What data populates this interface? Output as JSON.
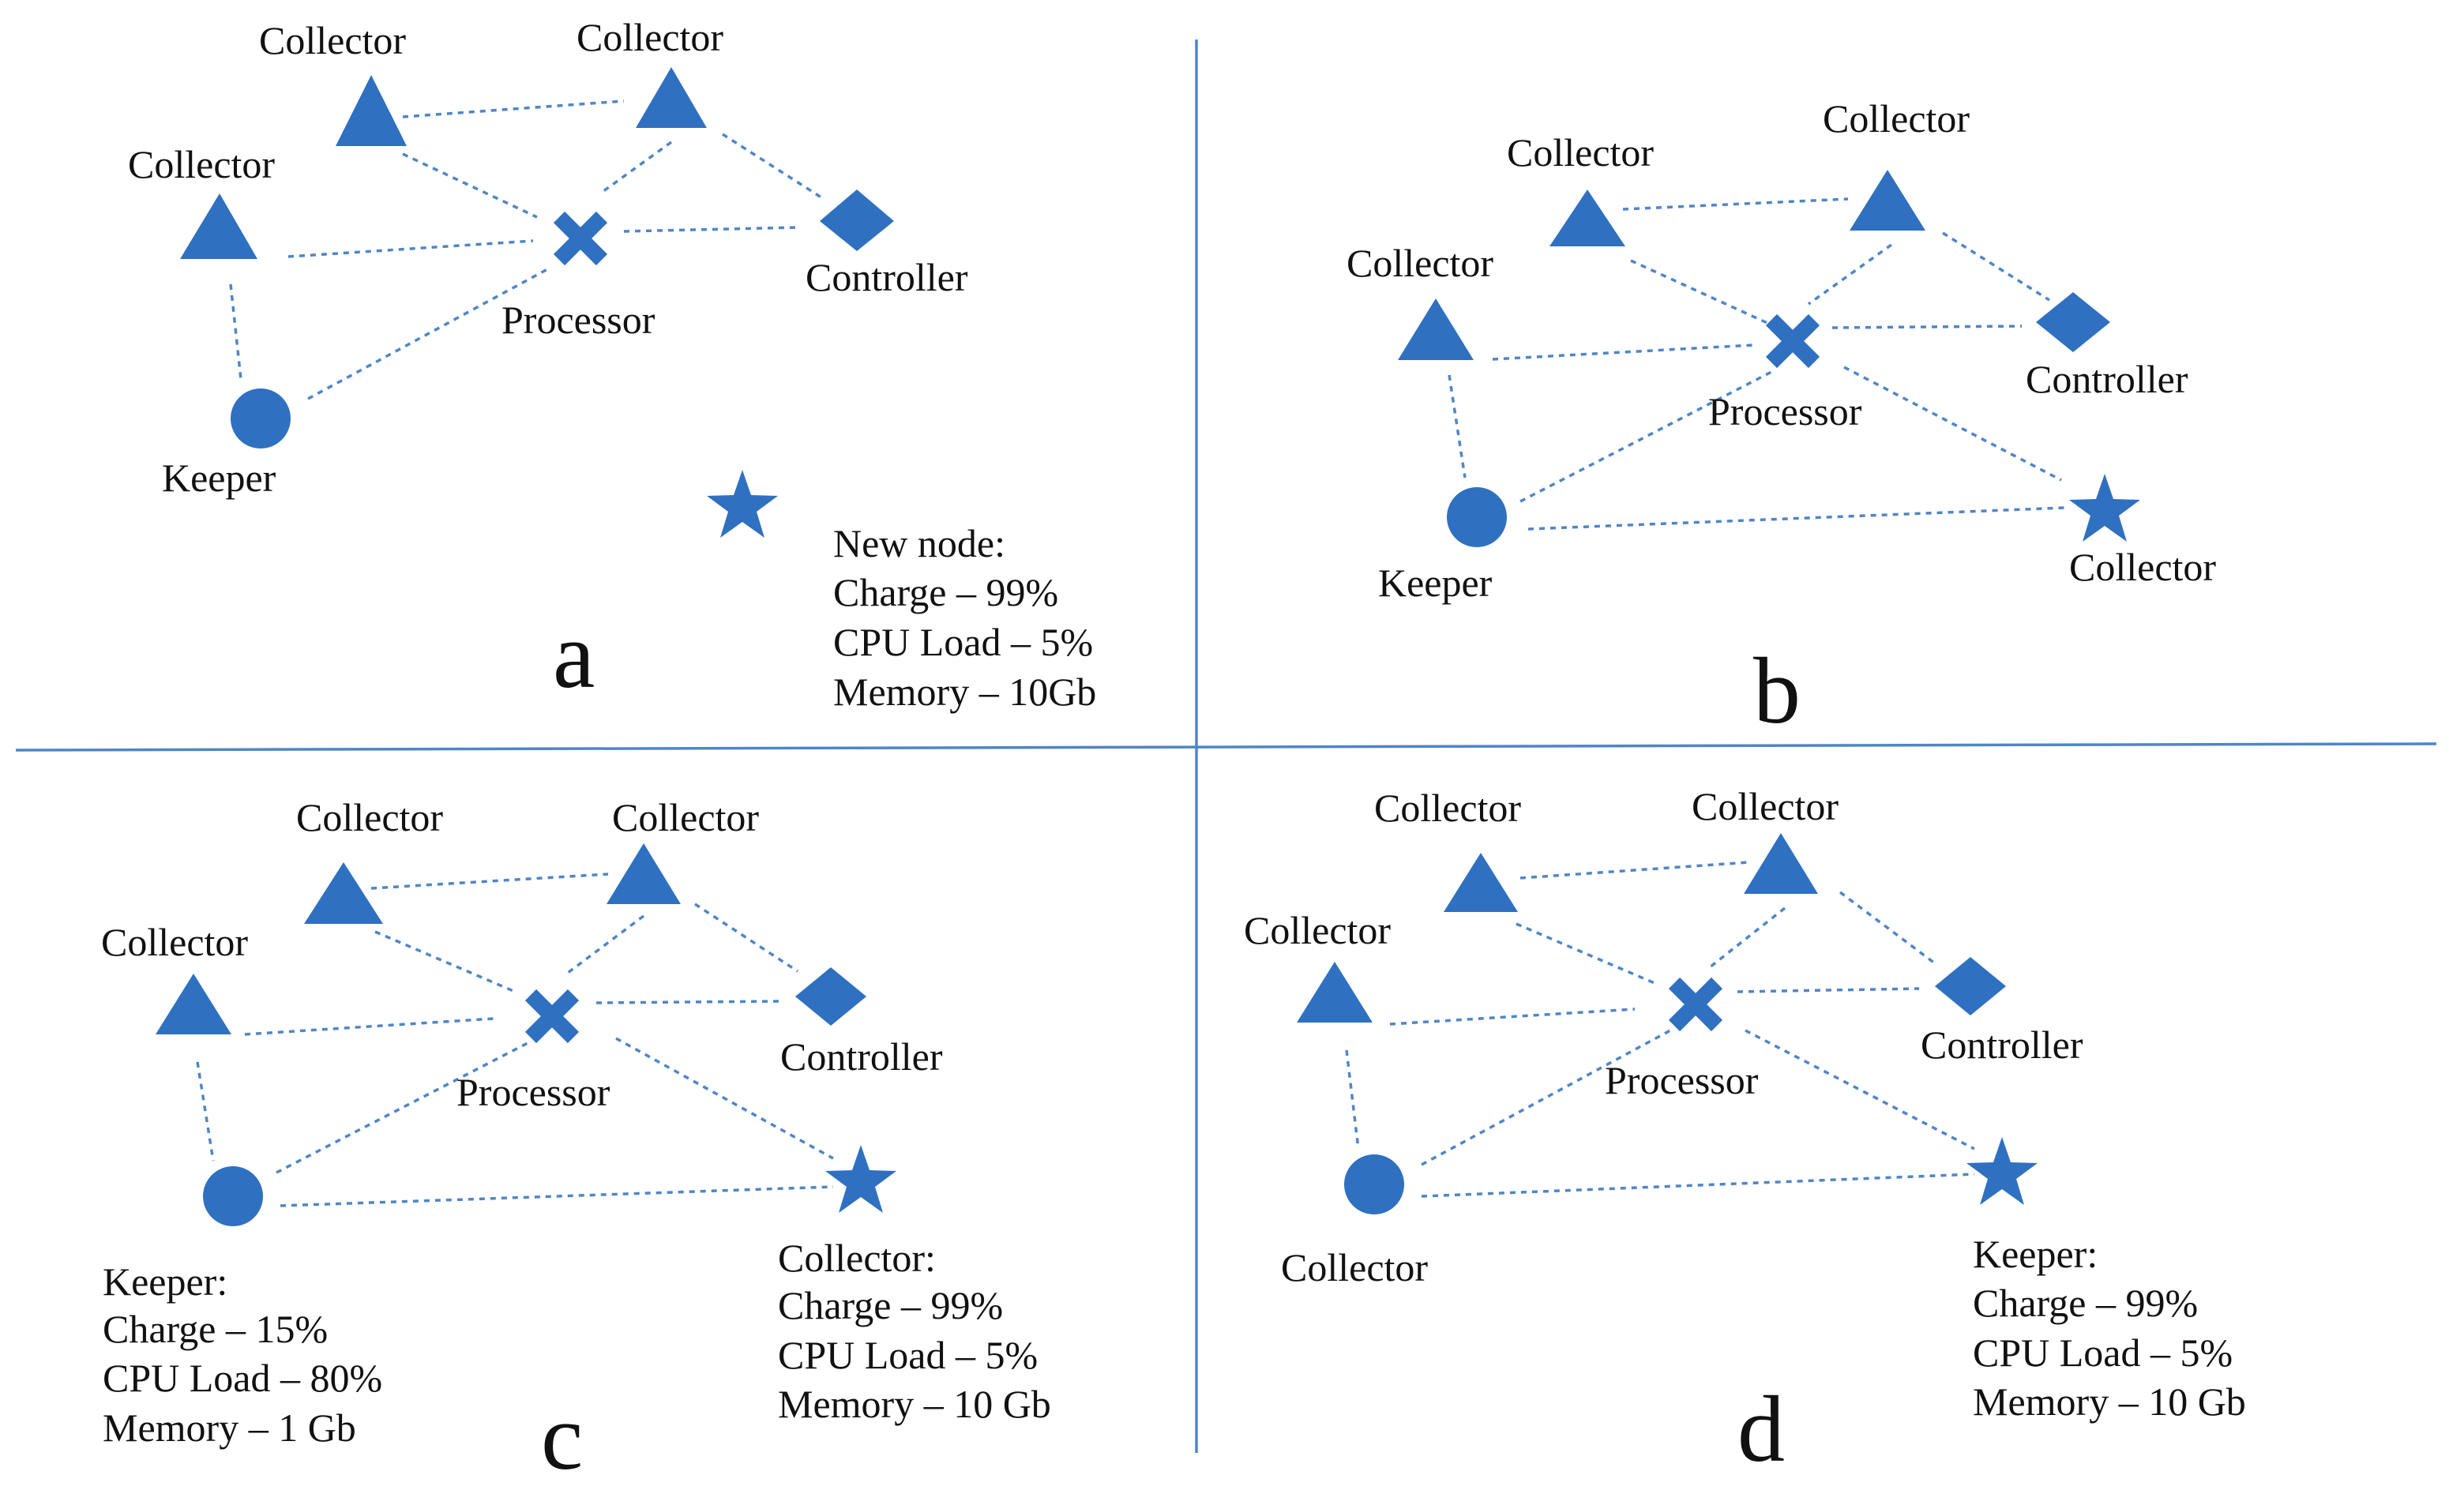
{
  "panels": {
    "a": {
      "letter": "a",
      "labels": {
        "collector_top_left": "Collector",
        "collector_top_right": "Collector",
        "collector_left": "Collector",
        "processor": "Processor",
        "controller": "Controller",
        "keeper": "Keeper"
      },
      "info": [
        "New node:",
        "Charge – 99%",
        "CPU Load – 5%",
        "Memory – 10Gb"
      ]
    },
    "b": {
      "letter": "b",
      "labels": {
        "collector_top_left": "Collector",
        "collector_top_right": "Collector",
        "collector_left": "Collector",
        "processor": "Processor",
        "controller": "Controller",
        "keeper": "Keeper",
        "collector_new": "Collector"
      }
    },
    "c": {
      "letter": "c",
      "labels": {
        "collector_top_left": "Collector",
        "collector_top_right": "Collector",
        "collector_left": "Collector",
        "processor": "Processor",
        "controller": "Controller"
      },
      "info_keeper": [
        "Keeper:",
        "Charge – 15%",
        "CPU Load – 80%",
        "Memory – 1 Gb"
      ],
      "info_collector": [
        "Collector:",
        "Charge – 99%",
        "CPU Load – 5%",
        "Memory – 10 Gb"
      ]
    },
    "d": {
      "letter": "d",
      "labels": {
        "collector_top_left": "Collector",
        "collector_top_right": "Collector",
        "collector_left": "Collector",
        "processor": "Processor",
        "controller": "Controller",
        "collector_bottom": "Collector"
      },
      "info_keeper": [
        "Keeper:",
        "Charge – 99%",
        "CPU Load – 5%",
        "Memory – 10 Gb"
      ]
    }
  },
  "colors": {
    "node": "#2f70c0",
    "edge": "#4f86c6",
    "divider": "#4f86c6",
    "text": "#111111"
  },
  "node_shapes": {
    "collector": "triangle",
    "processor": "cross",
    "controller": "diamond",
    "keeper": "circle",
    "new_node": "star"
  }
}
